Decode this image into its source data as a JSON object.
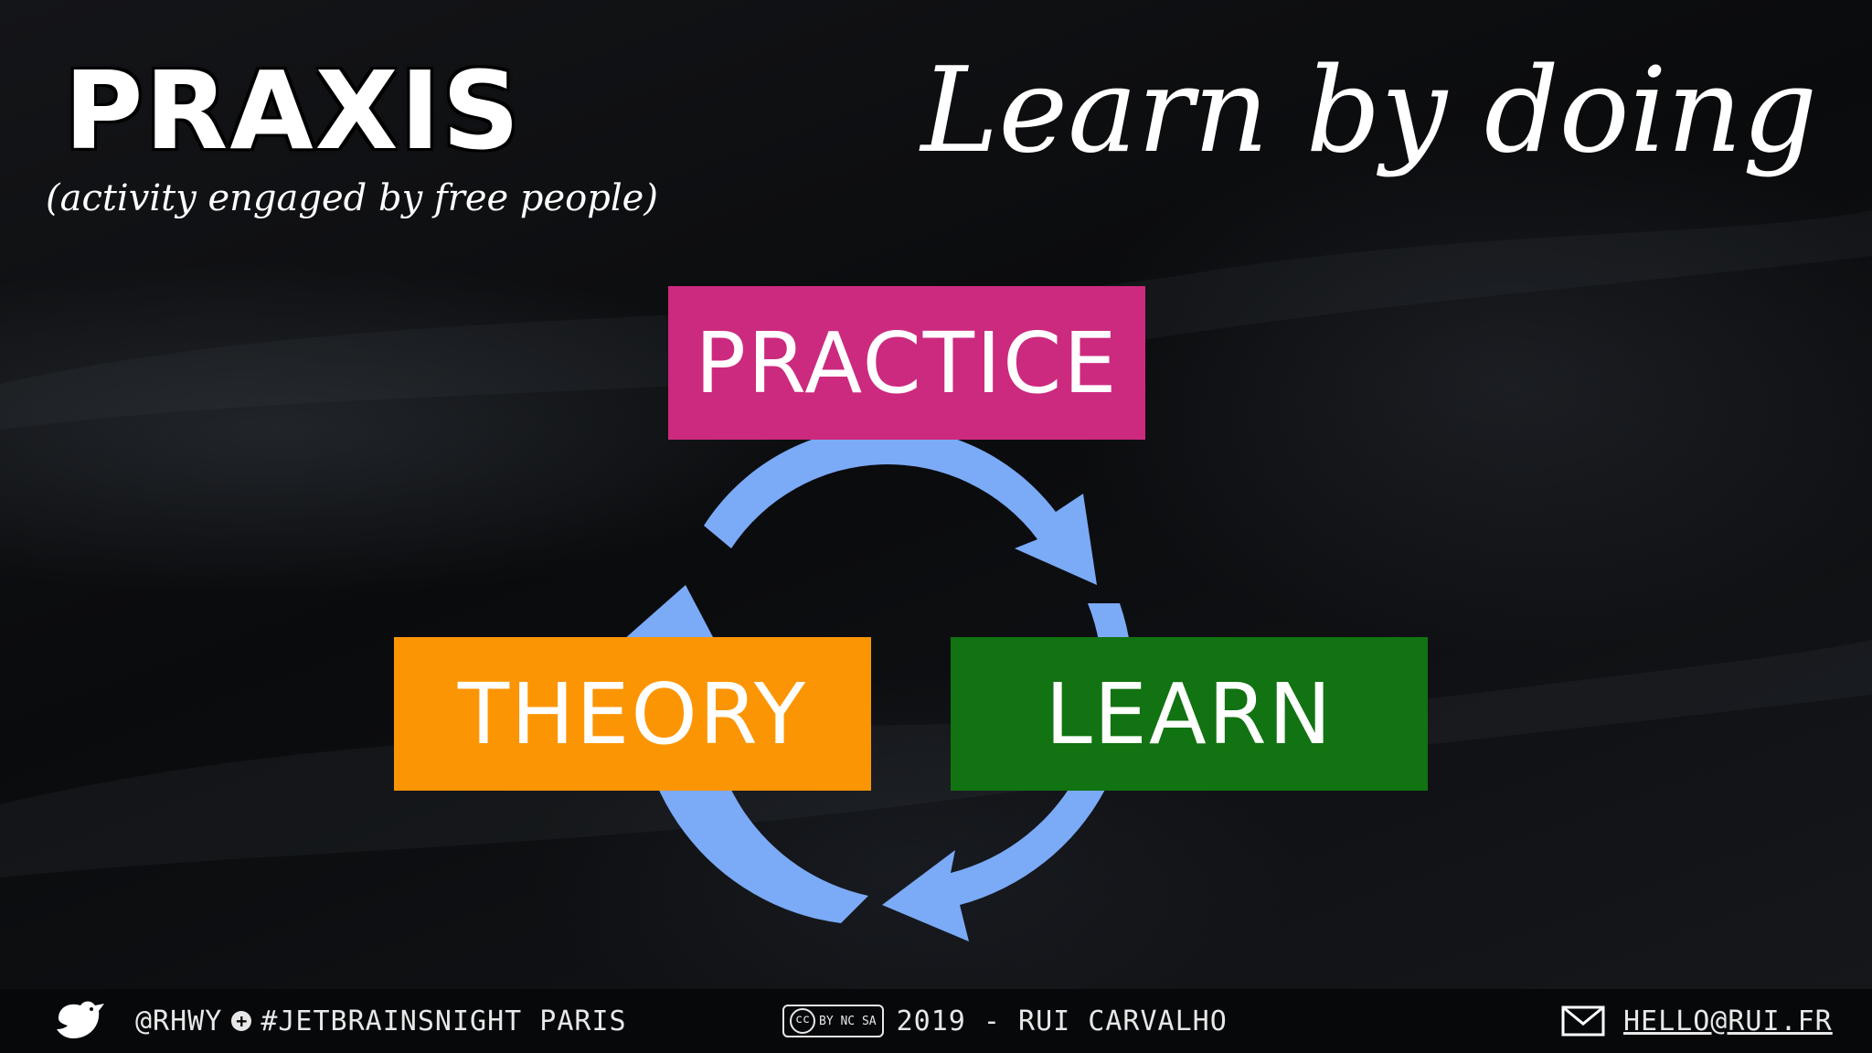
{
  "slide": {
    "logo_title": "PRAXIS",
    "logo_subtitle": "(activity engaged by free people)",
    "headline": "Learn by doing"
  },
  "cycle": {
    "arrow_color": "#7baaf7",
    "boxes": [
      {
        "label": "PRACTICE",
        "color": "#cc2a7e"
      },
      {
        "label": "THEORY",
        "color": "#fc9504"
      },
      {
        "label": "LEARN",
        "color": "#117311"
      }
    ]
  },
  "footer": {
    "bird_icon": "bird-icon",
    "handle": "@RHWY",
    "separator_icon": "plus-circle-icon",
    "event": "#JETBRAINSNIGHT PARIS",
    "license_icon": "cc-by-nc-sa-icon",
    "license_text": "BY NC SA",
    "credit": "2019 - RUI CARVALHO",
    "mail_icon": "envelope-icon",
    "email": "HELLO@RUI.FR"
  }
}
